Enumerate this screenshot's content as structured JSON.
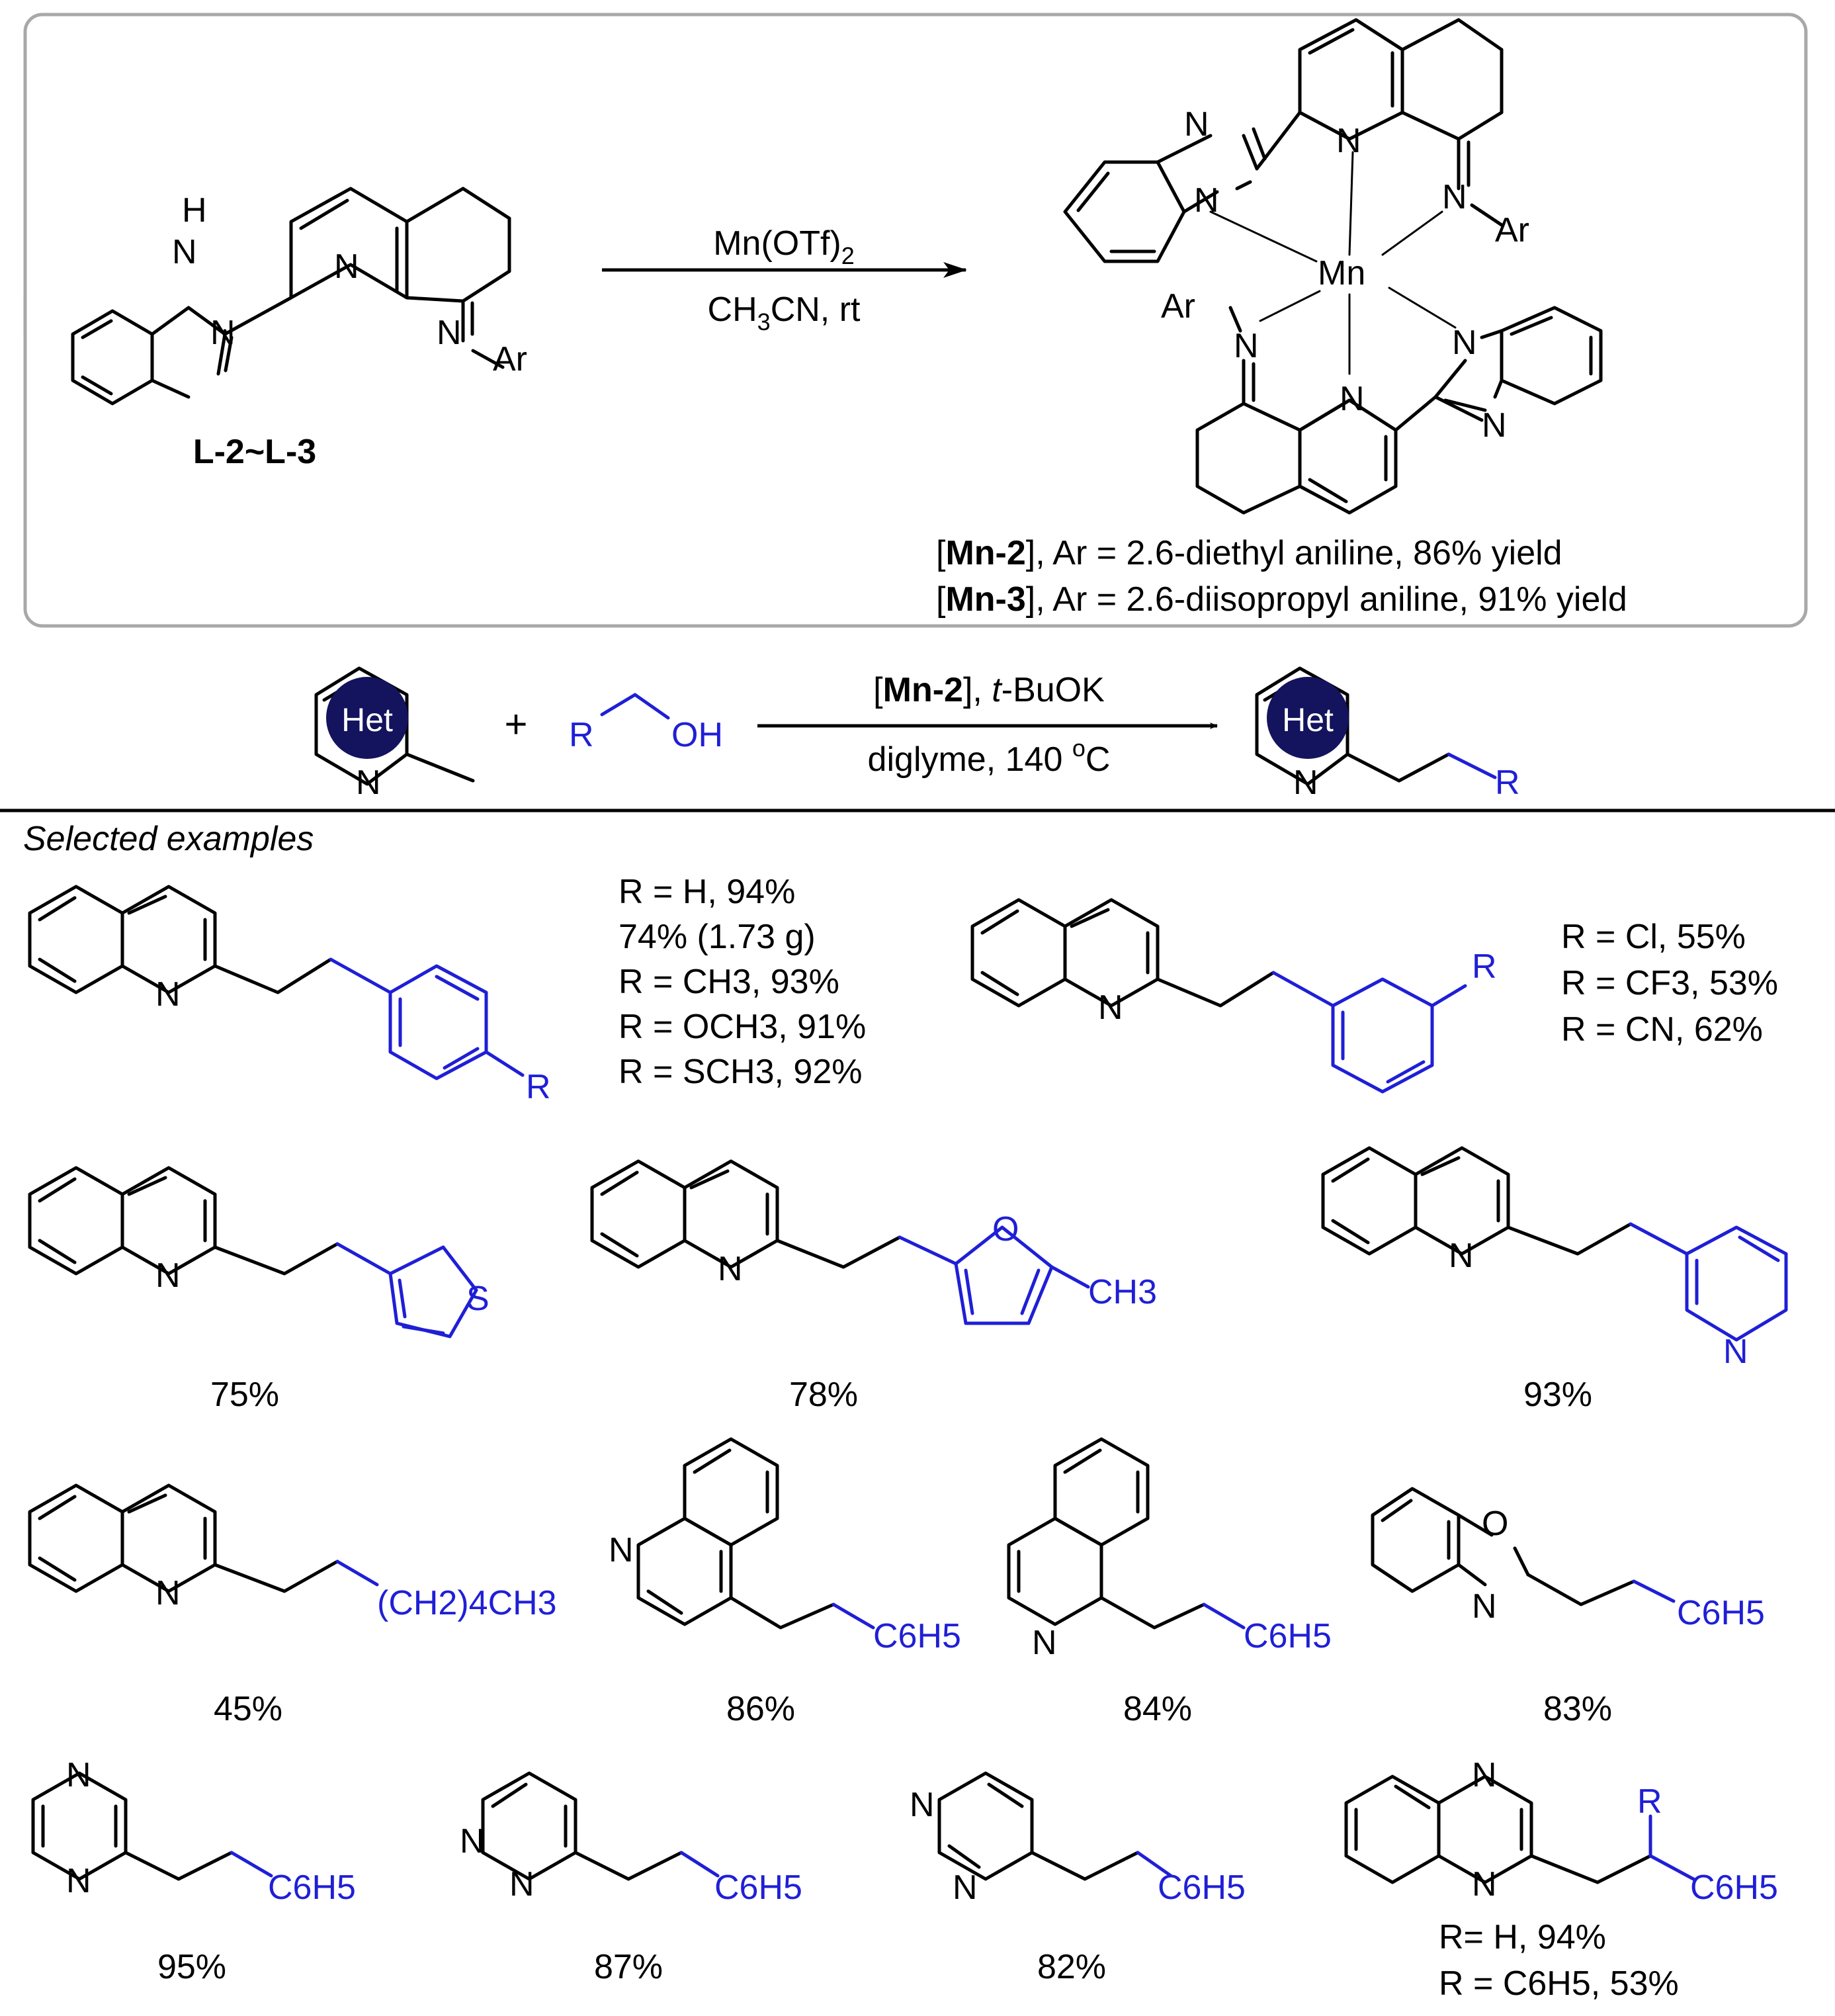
{
  "colors": {
    "black": "#000000",
    "blue": "#1f1fd6",
    "navy": "#13135e",
    "box_border": "#a8a8a8"
  },
  "top": {
    "ligand_label": "L-2~L-3",
    "reagent": "Mn(OTf)",
    "reagent_sub": "2",
    "solvent_main": "CH",
    "solvent_sub": "3",
    "solvent_rest": "CN, rt",
    "complex_metal": "Mn",
    "imine_ar": "Ar",
    "results": [
      {
        "code": "Mn-2",
        "text": "], Ar = 2.6-diethyl aniline, 86% yield"
      },
      {
        "code": "Mn-3",
        "text": "], Ar = 2.6-diisopropyl aniline, 91% yield"
      }
    ]
  },
  "general_reaction": {
    "het_label": "Het",
    "plus": "+",
    "alcohol_r": "R",
    "alcohol_oh": "OH",
    "catalyst_code": "Mn-2",
    "base_italic": "t",
    "base_rest": "-BuOK",
    "conditions_main": "diglyme, 140 ",
    "conditions_sup": "o",
    "conditions_unit": "C",
    "product_r": "R"
  },
  "section_title": "Selected examples",
  "examples": {
    "para_yields": [
      "R = H, 94%",
      "74% (1.73 g)",
      "R = CH3, 93%",
      "R = OCH3, 91%",
      "R = SCH3, 92%"
    ],
    "meta_yields": [
      "R = Cl, 55%",
      "R = CF3, 53%",
      "R = CN, 62%"
    ],
    "thiophene_yield": "75%",
    "furan_yield": "78%",
    "furan_substituent": "CH3",
    "pyridine_yield": "93%",
    "octyl_yield": "45%",
    "octyl_chain": "(CH2)4CH3",
    "quinoline4_yield": "86%",
    "isoquinoline_yield": "84%",
    "benzoxazole_yield": "83%",
    "pyrazine_yield": "95%",
    "pyridazine_yield": "87%",
    "pyrimidine_yield": "82%",
    "quinoxaline_yields": [
      "R= H, 94%",
      "R = C6H5, 53%"
    ],
    "phenyl": "C6H5"
  }
}
